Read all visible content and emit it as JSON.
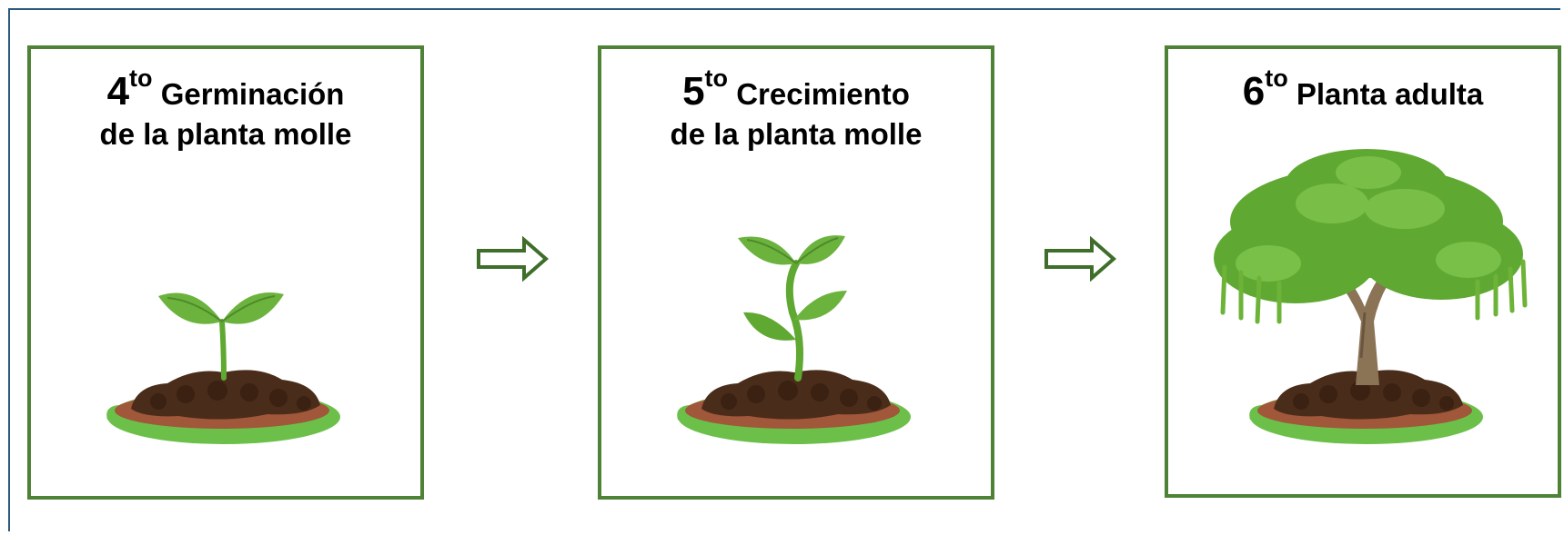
{
  "stages": [
    {
      "number": "4",
      "suffix": "to",
      "line1": "Germinación",
      "line2": "de la planta molle",
      "icon": "sprout-icon"
    },
    {
      "number": "5",
      "suffix": "to",
      "line1": "Crecimiento",
      "line2": "de la planta molle",
      "icon": "seedling-icon"
    },
    {
      "number": "6",
      "suffix": "to",
      "line1": "Planta adulta",
      "line2": "",
      "icon": "tree-icon"
    }
  ],
  "colors": {
    "frame_border": "#2E5A7E",
    "box_border": "#4E8236",
    "arrow": "#3F6E2A",
    "leaf": "#6CB33E",
    "soil": "#4A2C1A",
    "clay": "#A0573A",
    "grass": "#6CC04A"
  }
}
